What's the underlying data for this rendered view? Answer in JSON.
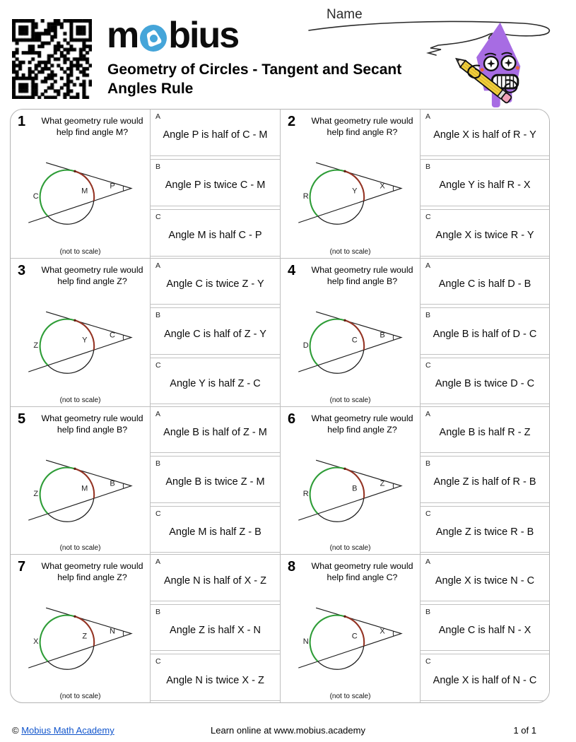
{
  "header": {
    "logo_pre": "m",
    "logo_post": "bius",
    "brand_blue": "#45a5d9",
    "title": "Geometry of Circles - Tangent and Secant Angles Rule",
    "name_label": "Name"
  },
  "diagram": {
    "line_color": "#1a1a1a",
    "far_arc_color": "#2f9d38",
    "near_arc_color": "#943424",
    "tangent_dot_color": "#5c1e12"
  },
  "mascot": {
    "body_color": "#a76ce3",
    "pencil_color": "#f0cf3a",
    "eraser_color": "#f0a0b8",
    "cheek_color": "#e8643c"
  },
  "questions": [
    {
      "number": "1",
      "question": "What geometry rule would help find angle M?",
      "not_to_scale": "(not to scale)",
      "labels": {
        "far": "C",
        "near": "M",
        "vertex": "P"
      },
      "answers": [
        {
          "letter": "A",
          "text": "Angle P is half of C - M"
        },
        {
          "letter": "B",
          "text": "Angle P is twice C - M"
        },
        {
          "letter": "C",
          "text": "Angle M is half C - P"
        }
      ]
    },
    {
      "number": "2",
      "question": "What geometry rule would help find angle R?",
      "not_to_scale": "(not to scale)",
      "labels": {
        "far": "R",
        "near": "Y",
        "vertex": "X"
      },
      "answers": [
        {
          "letter": "A",
          "text": "Angle X is half of R - Y"
        },
        {
          "letter": "B",
          "text": "Angle Y is half R - X"
        },
        {
          "letter": "C",
          "text": "Angle X is twice R - Y"
        }
      ]
    },
    {
      "number": "3",
      "question": "What geometry rule would help find angle Z?",
      "not_to_scale": "(not to scale)",
      "labels": {
        "far": "Z",
        "near": "Y",
        "vertex": "C"
      },
      "answers": [
        {
          "letter": "A",
          "text": "Angle C is twice Z - Y"
        },
        {
          "letter": "B",
          "text": "Angle C is half of Z - Y"
        },
        {
          "letter": "C",
          "text": "Angle Y is half Z - C"
        }
      ]
    },
    {
      "number": "4",
      "question": "What geometry rule would help find angle B?",
      "not_to_scale": "(not to scale)",
      "labels": {
        "far": "D",
        "near": "C",
        "vertex": "B"
      },
      "answers": [
        {
          "letter": "A",
          "text": "Angle C is half D - B"
        },
        {
          "letter": "B",
          "text": "Angle B is half of D - C"
        },
        {
          "letter": "C",
          "text": "Angle B is twice D - C"
        }
      ]
    },
    {
      "number": "5",
      "question": "What geometry rule would help find angle B?",
      "not_to_scale": "(not to scale)",
      "labels": {
        "far": "Z",
        "near": "M",
        "vertex": "B"
      },
      "answers": [
        {
          "letter": "A",
          "text": "Angle B is half of Z - M"
        },
        {
          "letter": "B",
          "text": "Angle B is twice Z - M"
        },
        {
          "letter": "C",
          "text": "Angle M is half Z - B"
        }
      ]
    },
    {
      "number": "6",
      "question": "What geometry rule would help find angle Z?",
      "not_to_scale": "(not to scale)",
      "labels": {
        "far": "R",
        "near": "B",
        "vertex": "Z"
      },
      "answers": [
        {
          "letter": "A",
          "text": "Angle B is half R - Z"
        },
        {
          "letter": "B",
          "text": "Angle Z is half of R - B"
        },
        {
          "letter": "C",
          "text": "Angle Z is twice R - B"
        }
      ]
    },
    {
      "number": "7",
      "question": "What geometry rule would help find angle Z?",
      "not_to_scale": "(not to scale)",
      "labels": {
        "far": "X",
        "near": "Z",
        "vertex": "N"
      },
      "answers": [
        {
          "letter": "A",
          "text": "Angle N is half of X - Z"
        },
        {
          "letter": "B",
          "text": "Angle Z is half X - N"
        },
        {
          "letter": "C",
          "text": "Angle N is twice X - Z"
        }
      ]
    },
    {
      "number": "8",
      "question": "What geometry rule would help find angle C?",
      "not_to_scale": "(not to scale)",
      "labels": {
        "far": "N",
        "near": "C",
        "vertex": "X"
      },
      "answers": [
        {
          "letter": "A",
          "text": "Angle X is twice N - C"
        },
        {
          "letter": "B",
          "text": "Angle C is half N - X"
        },
        {
          "letter": "C",
          "text": "Angle X is half of N - C"
        }
      ]
    }
  ],
  "footer": {
    "copyright": "© ",
    "link": "Mobius Math Academy",
    "center": "Learn online at www.mobius.academy",
    "page": "1 of 1"
  }
}
